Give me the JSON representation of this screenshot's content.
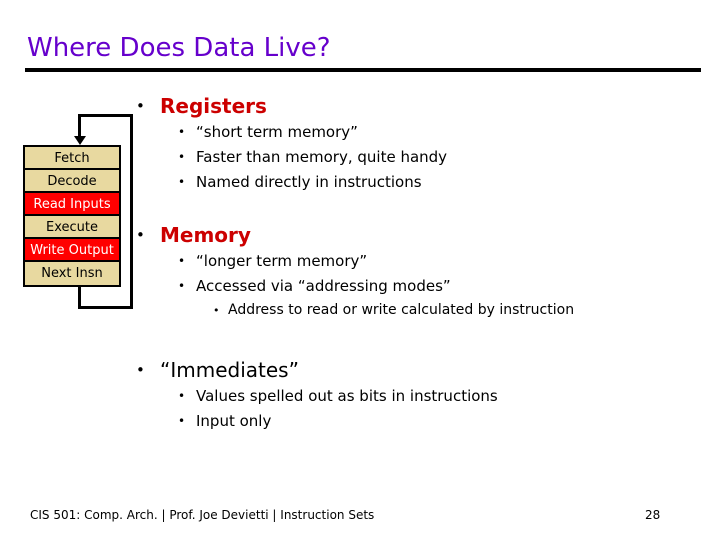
{
  "slide": {
    "title": "Where Does Data Live?",
    "page_number": "28",
    "title_color": "#6600CC",
    "accent_color": "#CC0000",
    "highlight_color": "#FF0000",
    "stage_fill_color": "#E8D9A0"
  },
  "diagram": {
    "name": "instruction-execution-cycle",
    "stages": [
      {
        "label": "Fetch",
        "highlighted": false
      },
      {
        "label": "Decode",
        "highlighted": false
      },
      {
        "label": "Read Inputs",
        "highlighted": true
      },
      {
        "label": "Execute",
        "highlighted": false
      },
      {
        "label": "Write Output",
        "highlighted": true
      },
      {
        "label": "Next Insn",
        "highlighted": false
      }
    ]
  },
  "body": {
    "sections": [
      {
        "heading": "Registers",
        "heading_style": "accent",
        "points": [
          {
            "level": 2,
            "text": "“short term memory”"
          },
          {
            "level": 2,
            "text": "Faster than memory, quite handy"
          },
          {
            "level": 2,
            "text": "Named directly in instructions"
          }
        ]
      },
      {
        "heading": "Memory",
        "heading_style": "accent",
        "points": [
          {
            "level": 2,
            "text": "“longer term memory”"
          },
          {
            "level": 2,
            "text": "Accessed via “addressing modes”"
          },
          {
            "level": 3,
            "text": "Address to read or write calculated by instruction"
          }
        ]
      },
      {
        "heading": "“Immediates”",
        "heading_style": "plain",
        "points": [
          {
            "level": 2,
            "text": "Values spelled out as bits in instructions"
          },
          {
            "level": 2,
            "text": "Input only"
          }
        ]
      }
    ],
    "bullet_glyphs": {
      "level1": "•",
      "level2": "•",
      "level3": "•"
    }
  },
  "footer": {
    "course": "CIS 501: Comp. Arch.",
    "instructor": "Prof. Joe Devietti",
    "topic": "Instruction Sets",
    "separator": "  |  ",
    "full_text": "CIS 501: Comp. Arch.  |  Prof. Joe Devietti  |  Instruction Sets"
  }
}
